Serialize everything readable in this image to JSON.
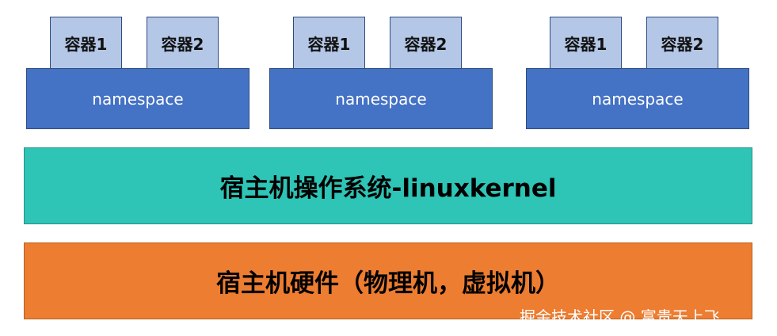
{
  "groups": [
    {
      "containers": [
        "容器1",
        "容器2"
      ],
      "namespace": "namespace"
    },
    {
      "containers": [
        "容器1",
        "容器2"
      ],
      "namespace": "namespace"
    },
    {
      "containers": [
        "容器1",
        "容器2"
      ],
      "namespace": "namespace"
    }
  ],
  "os_layer": "宿主机操作系统-linuxkernel",
  "hardware_layer": "宿主机硬件（物理机，虚拟机）",
  "watermark": "掘金技术社区 @ 富贵天上飞",
  "colors": {
    "container": "#b4c7e7",
    "namespace": "#4472c4",
    "os": "#2ec4b6",
    "hardware": "#ed7d31"
  }
}
